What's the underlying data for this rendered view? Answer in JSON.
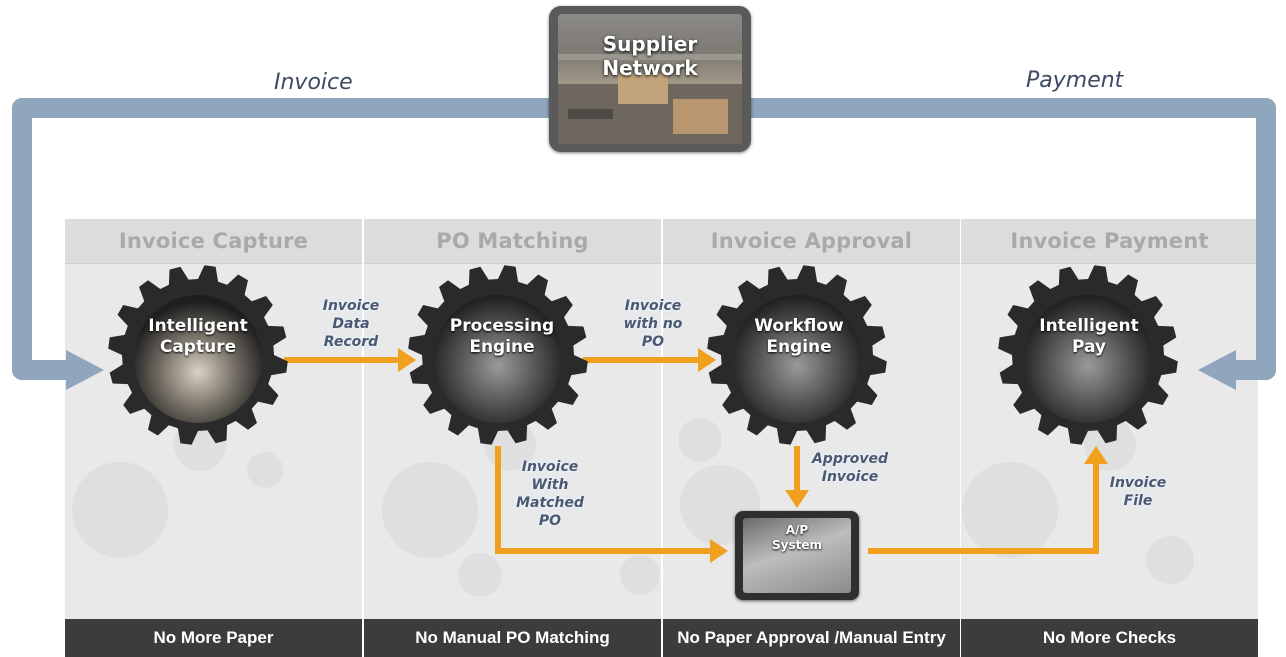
{
  "supplier": {
    "label_line1": "Supplier",
    "label_line2": "Network"
  },
  "loop": {
    "left_label": "Invoice",
    "right_label": "Payment",
    "color": "#8fa6bd"
  },
  "panels": [
    {
      "header": "Invoice Capture",
      "footer": "No More Paper"
    },
    {
      "header": "PO Matching",
      "footer": "No Manual PO Matching"
    },
    {
      "header": "Invoice Approval",
      "footer": "No Paper Approval /Manual Entry"
    },
    {
      "header": "Invoice Payment",
      "footer": "No More Checks"
    }
  ],
  "gears": [
    {
      "line1": "Intelligent",
      "line2": "Capture"
    },
    {
      "line1": "Processing",
      "line2": "Engine"
    },
    {
      "line1": "Workflow",
      "line2": "Engine"
    },
    {
      "line1": "Intelligent",
      "line2": "Pay"
    }
  ],
  "flows": {
    "invoice_data_record": [
      "Invoice",
      "Data",
      "Record"
    ],
    "invoice_with_no_po": [
      "Invoice",
      "with no",
      "PO"
    ],
    "invoice_with_matched_po": [
      "Invoice",
      "With",
      "Matched",
      "PO"
    ],
    "approved_invoice": [
      "Approved",
      "Invoice"
    ],
    "invoice_file": [
      "Invoice",
      "File"
    ]
  },
  "ap_system": {
    "line1": "A/P",
    "line2": "System"
  },
  "colors": {
    "arrow": "#f0a01e",
    "footer": "#3c3c3c",
    "gear": "#2a2a2a",
    "label": "#4a5872"
  }
}
